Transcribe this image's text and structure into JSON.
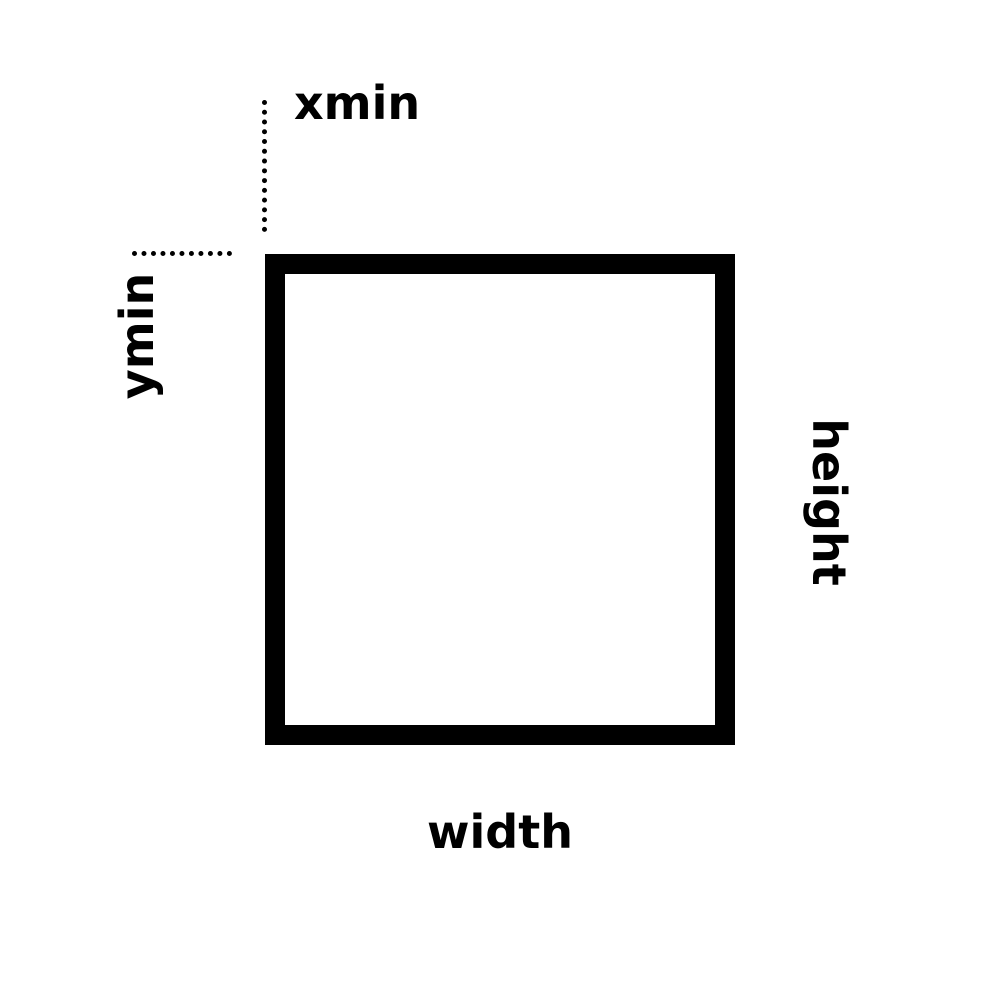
{
  "labels": {
    "xmin": "xmin",
    "ymin": "ymin",
    "width": "width",
    "height": "height"
  },
  "colors": {
    "stroke": "#000000",
    "background": "#ffffff"
  }
}
